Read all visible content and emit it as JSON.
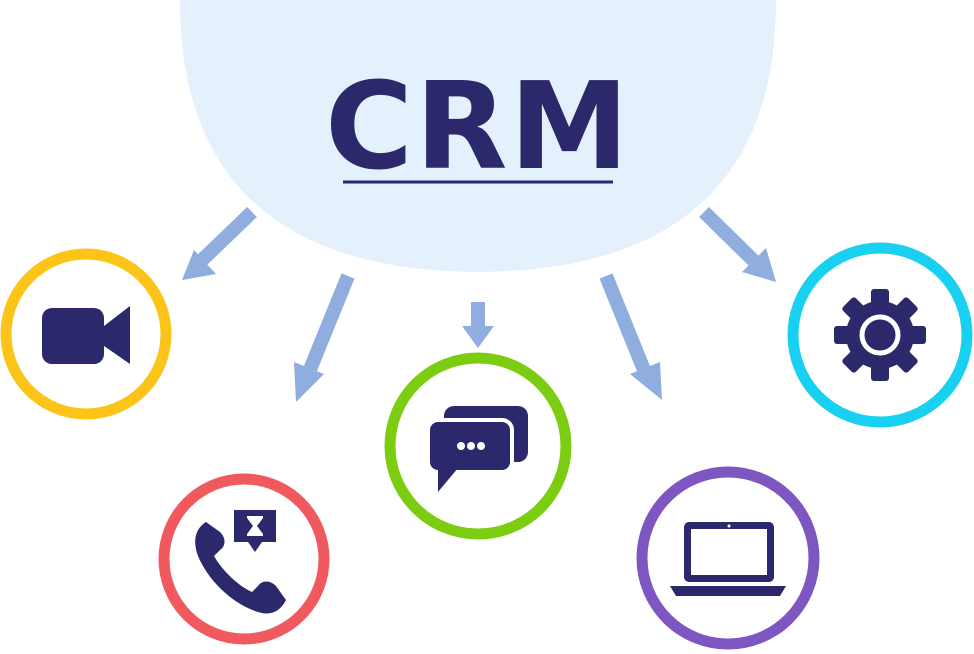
{
  "title": {
    "text": "CRM"
  },
  "colors": {
    "background": "#ffffff",
    "dome": "#e4f0fb",
    "title": "#2b286b",
    "icon": "#2b286b",
    "arrow": "#8faedf",
    "video_ring": "#fcc419",
    "phone_ring": "#f05a5f",
    "chat_ring": "#7ccc11",
    "laptop_ring": "#7d56c1",
    "settings_ring": "#18d0f0"
  },
  "nodes": [
    {
      "name": "video-camera",
      "icon": "video-camera-icon",
      "ring_color": "#fcc419"
    },
    {
      "name": "phone-call-hold",
      "icon": "phone-hourglass-icon",
      "ring_color": "#f05a5f"
    },
    {
      "name": "chat",
      "icon": "chat-bubbles-icon",
      "ring_color": "#7ccc11"
    },
    {
      "name": "laptop",
      "icon": "laptop-icon",
      "ring_color": "#7d56c1"
    },
    {
      "name": "settings",
      "icon": "gear-icon",
      "ring_color": "#18d0f0"
    }
  ]
}
